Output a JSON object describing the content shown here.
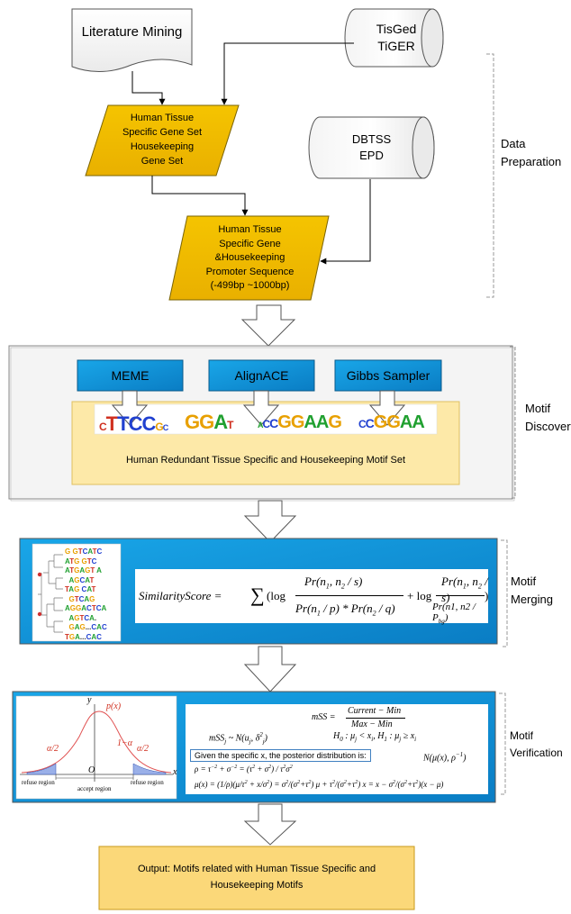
{
  "data_prep": {
    "literature": "Literature Mining",
    "db1_line1": "TisGed",
    "db1_line2": "TiGER",
    "gene_set_lines": [
      "Human Tissue",
      "Specific Gene Set",
      "Housekeeping",
      "Gene Set"
    ],
    "db2_line1": "DBTSS",
    "db2_line2": "EPD",
    "promoter_lines": [
      "Human Tissue",
      "Specific Gene",
      "&Housekeeping",
      "Promoter Sequence",
      "(-499bp ~1000bp)"
    ],
    "section_label_lines": [
      "Data",
      "Preparation"
    ]
  },
  "motif_discovery": {
    "tools": [
      "MEME",
      "AlignACE",
      "Gibbs Sampler"
    ],
    "motif_set_label": "Human Redundant Tissue Specific and Housekeeping Motif Set",
    "section_label_lines": [
      "Motif",
      "Discovery"
    ]
  },
  "motif_merging": {
    "formula_lhs": "SimilarityScore =",
    "section_label_lines": [
      "Motif",
      "Merging"
    ]
  },
  "motif_verification": {
    "posterior_note": "Given the specific x, the posterior distribution is:",
    "plot_labels": {
      "refuse_left": "refuse region",
      "accept": "accept region",
      "refuse_right": "refuse region",
      "px": "p(x)",
      "one_minus_alpha": "1−α",
      "alpha_half": "α/2",
      "x_axis": "x",
      "y_axis": "y",
      "origin": "O"
    },
    "section_label_lines": [
      "Motif",
      "Verification"
    ]
  },
  "output": {
    "lines": [
      "Output:  Motifs  related with Human Tissue Specific and",
      "Housekeeping Motifs"
    ]
  },
  "colors": {
    "gold": "#f2c200",
    "blue": "#0c8ed6",
    "output_bg": "#fbd879",
    "motif_set_bg": "#fde9a8"
  }
}
